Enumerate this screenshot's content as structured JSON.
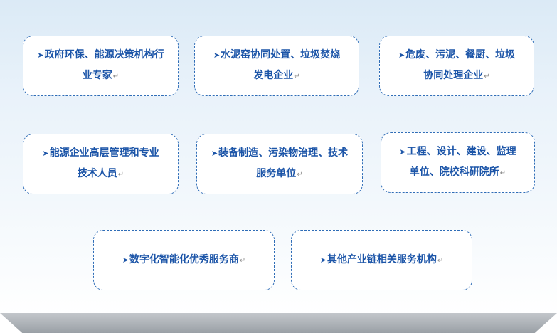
{
  "boxes": [
    {
      "line1": "政府环保、能源决策机构行",
      "line2": "业专家"
    },
    {
      "line1": "水泥窑协同处置、垃圾焚烧",
      "line2": "发电企业"
    },
    {
      "line1": "危废、污泥、餐厨、垃圾",
      "line2": "协同处理企业"
    },
    {
      "line1": "能源企业高层管理和专业",
      "line2": "技术人员"
    },
    {
      "line1": "装备制造、污染物治理、技术",
      "line2": "服务单位"
    },
    {
      "line1": "工程、设计、建设、监理",
      "line2": "单位、院校科研院所"
    },
    {
      "line1": "数字化智能化优秀服务商"
    },
    {
      "line1": "其他产业链相关服务机构"
    }
  ],
  "bullet_glyph": "➤",
  "return_mark": "↵",
  "colors": {
    "box_border": "#2f6db7",
    "box_text": "#1c55a8",
    "panel_top": "#dbeaf6",
    "base_bar": "#9aa0a6"
  }
}
